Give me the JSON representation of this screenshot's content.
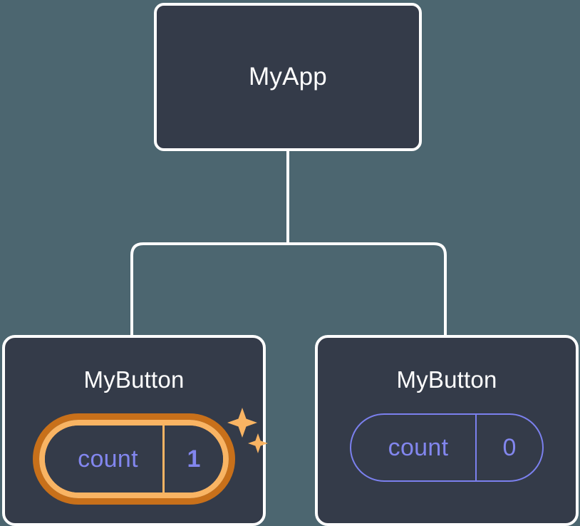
{
  "diagram": {
    "type": "component-tree",
    "background_color": "#4c6670",
    "node_fill_color": "#343b49",
    "node_border_color": "#ffffff",
    "connector_color": "#ffffff",
    "accent_highlight_outer": "#c8701a",
    "accent_highlight_inner": "#f9b463",
    "state_text_color": "#8286ee",
    "state_border_color": "#7b80ee"
  },
  "root": {
    "title": "MyApp"
  },
  "children": [
    {
      "title": "MyButton",
      "state_key": "count",
      "state_value": "1",
      "highlighted": true,
      "sparkle_icons": [
        "sparkle-large-icon",
        "sparkle-small-icon"
      ]
    },
    {
      "title": "MyButton",
      "state_key": "count",
      "state_value": "0",
      "highlighted": false
    }
  ]
}
